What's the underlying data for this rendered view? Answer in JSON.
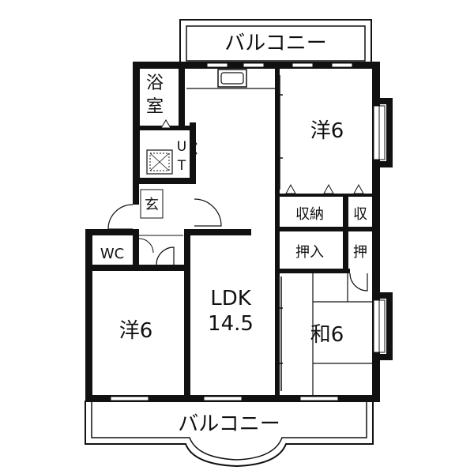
{
  "floorplan": {
    "top_balcony": "バルコニー",
    "bottom_balcony": "バルコニー",
    "bath": "浴\n室",
    "utility": "U\nT",
    "entrance": "玄",
    "toilet": "WC",
    "western_room_ne": "洋6",
    "closet_storage": "収納",
    "closet_small": "収",
    "oshiire": "押入",
    "oshiire_small": "押",
    "japanese_room": "和6",
    "ldk": "LDK",
    "ldk_size": "14.5",
    "western_room_sw": "洋6"
  }
}
